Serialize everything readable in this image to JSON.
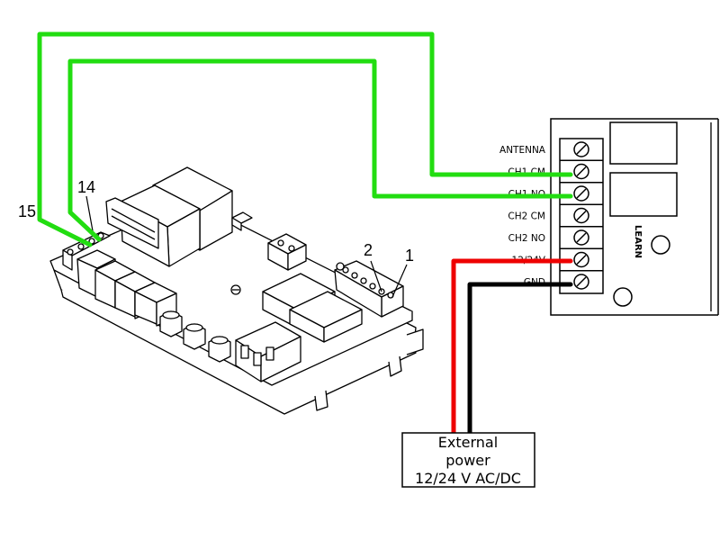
{
  "board": {
    "terminal_callouts": [
      "15",
      "14",
      "2",
      "1"
    ]
  },
  "receiver": {
    "terminals": [
      "ANTENNA",
      "CH1 CM",
      "CH1 NO",
      "CH2 CM",
      "CH2 NO",
      "12/24V",
      "GND"
    ],
    "learn_label": "LEARN"
  },
  "power_box": {
    "line1": "External",
    "line2": "power",
    "line3": "12/24 V AC/DC"
  },
  "colors": {
    "signal_wire": "#22dd11",
    "positive_wire": "#ee0000",
    "ground_wire": "#000000"
  }
}
